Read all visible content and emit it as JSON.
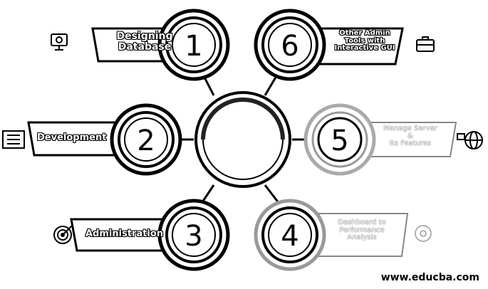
{
  "center": {
    "label": ""
  },
  "items": [
    {
      "number": "1",
      "lines": [
        "Designing",
        "Database"
      ],
      "icon": "monitor-icon"
    },
    {
      "number": "2",
      "lines": [
        "Development"
      ],
      "icon": "document-list-icon"
    },
    {
      "number": "3",
      "lines": [
        "Administration"
      ],
      "icon": "target-icon"
    },
    {
      "number": "4",
      "lines": [
        "Dashboard to",
        "Performance",
        "Analysis"
      ],
      "icon": "gear-icon"
    },
    {
      "number": "5",
      "lines": [
        "Manage Server",
        "&",
        "Its Features"
      ],
      "icon": "globe-icon"
    },
    {
      "number": "6",
      "lines": [
        "Other Admin",
        "Tools with",
        "Interactive GUI"
      ],
      "icon": "briefcase-icon"
    }
  ],
  "footer": {
    "text": "www.educba.com"
  }
}
